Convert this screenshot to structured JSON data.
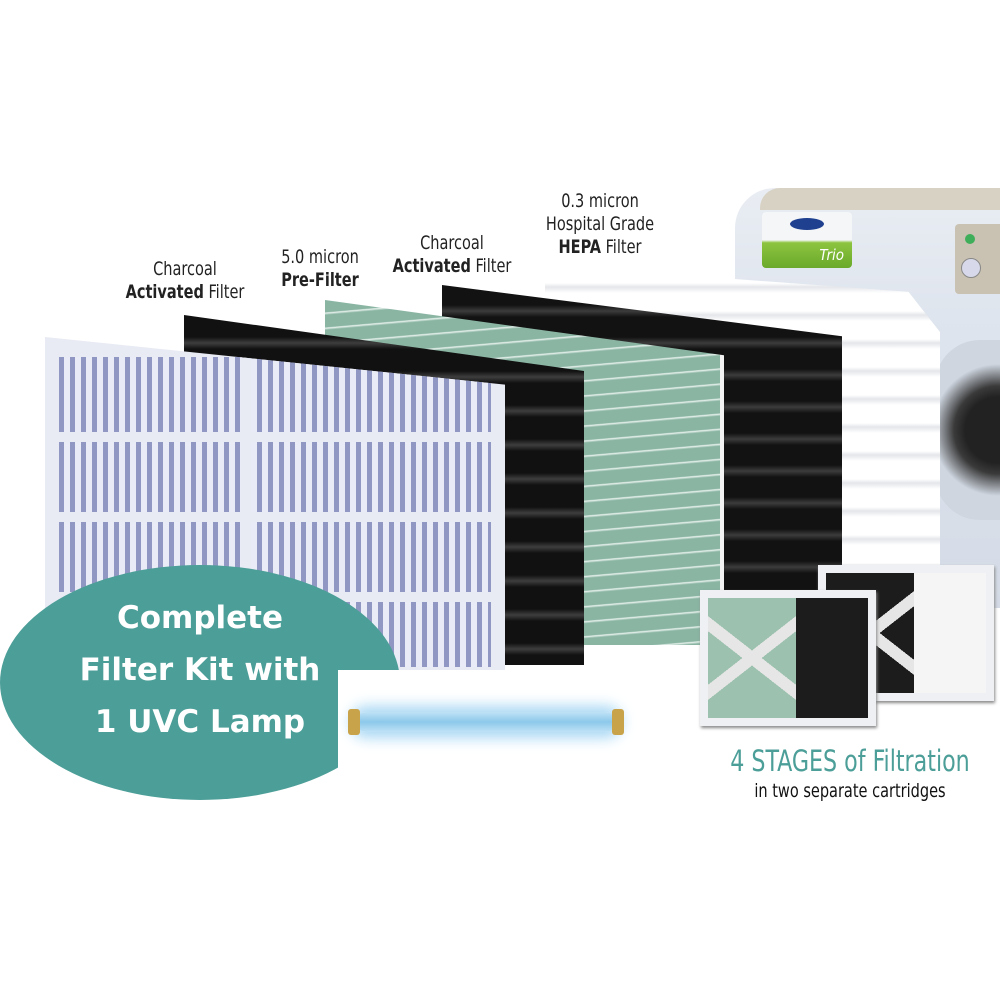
{
  "device": {
    "brand_badge": "Trio"
  },
  "filters": [
    {
      "line1": "Charcoal",
      "bold": "Activated",
      "rest": " Filter"
    },
    {
      "line1": "5.0 micron",
      "bold": "Pre-Filter",
      "rest": ""
    },
    {
      "line1": "Charcoal",
      "bold": "Activated",
      "rest": " Filter"
    },
    {
      "line1": "0.3 micron",
      "line2": "Hospital Grade",
      "bold": "HEPA",
      "rest": " Filter"
    }
  ],
  "promo": {
    "line1": "Complete",
    "line2": "Filter Kit with",
    "line3": "1 UVC Lamp"
  },
  "stages": {
    "title": "4 STAGES of Filtration",
    "subtitle": "in two separate cartridges"
  },
  "colors": {
    "accent_teal": "#4c9e98",
    "prefilter_green": "#8ab5a3",
    "charcoal": "#121212"
  }
}
